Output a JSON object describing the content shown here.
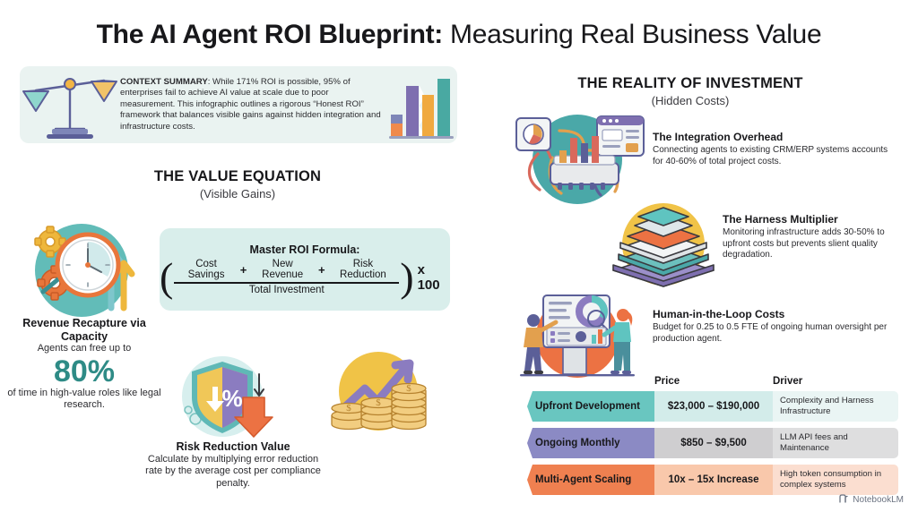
{
  "title": {
    "bold": "The AI Agent ROI Blueprint:",
    "regular": " Measuring Real Business Value"
  },
  "context": {
    "label": "CONTEXT SUMMARY",
    "text": ": While 171% ROI is possible, 95% of enterprises fail to achieve AI value at scale due to poor measurement. This infographic outlines a rigorous “Honest ROI” framework that balances visible gains against hidden integration and infrastructure costs.",
    "illustration_left": "balance-scale-icon",
    "illustration_right": "broken-bar-chart-icon",
    "background": "#eaf3f1"
  },
  "value_equation": {
    "heading": "THE VALUE EQUATION",
    "subheading": "(Visible Gains)",
    "formula": {
      "title": "Master ROI Formula:",
      "numerator_terms": [
        "Cost Savings",
        "New Revenue",
        "Risk Reduction"
      ],
      "operator": "+",
      "denominator": "Total Investment",
      "multiplier": "x 100",
      "card_color": "#d9eeeb"
    },
    "revenue_block": {
      "title": "Revenue Recapture via Capacity",
      "lead": "Agents can free up to",
      "big_number": "80%",
      "big_number_color": "#2e8b86",
      "trail": "of time in high-value roles like legal research.",
      "illustration": "clock-gears-growth-icon"
    },
    "risk_block": {
      "title": "Risk Reduction Value",
      "body": "Calculate by multiplying error reduction rate by the average cost per compliance penalty.",
      "illustration": "shield-percent-down-arrow-icon"
    },
    "coins_illustration": "coins-growth-arrow-icon"
  },
  "reality": {
    "heading": "THE REALITY OF INVESTMENT",
    "subheading": "(Hidden Costs)",
    "items": [
      {
        "title": "The Integration Overhead",
        "body": "Connecting agents to existing CRM/ERP systems accounts for 40-60% of total project costs.",
        "illustration": "integration-hub-wires-icon"
      },
      {
        "title": "The Harness Multiplier",
        "body": "Monitoring infrastructure adds 30-50% to upfront costs but prevents slient quality degradation.",
        "illustration": "layered-stack-icon"
      },
      {
        "title": "Human-in-the-Loop Costs",
        "body": "Budget for 0.25 to 0.5 FTE of ongoing human oversight per production agent.",
        "illustration": "people-dashboard-icon"
      }
    ]
  },
  "cost_table": {
    "columns": [
      "",
      "Price",
      "Driver"
    ],
    "rows": [
      {
        "label": "Upfront Development",
        "price": "$23,000 – $190,000",
        "driver": "Complexity and Harness Infrastructure",
        "label_color": "#69c6c0",
        "price_color": "#d3ecea",
        "driver_color": "#eaf5f4"
      },
      {
        "label": "Ongoing Monthly",
        "price": "$850 – $9,500",
        "driver": "LLM API fees and Maintenance",
        "label_color": "#8b8ac4",
        "price_color": "#cfced0",
        "driver_color": "#dededf"
      },
      {
        "label": "Multi-Agent Scaling",
        "price": "10x – 15x Increase",
        "driver": "High token consumption in complex systems",
        "label_color": "#ef8050",
        "price_color": "#f9c8ab",
        "driver_color": "#fbded0"
      }
    ]
  },
  "watermark": {
    "icon": "notebooklm-icon",
    "label": "NotebookLM"
  }
}
